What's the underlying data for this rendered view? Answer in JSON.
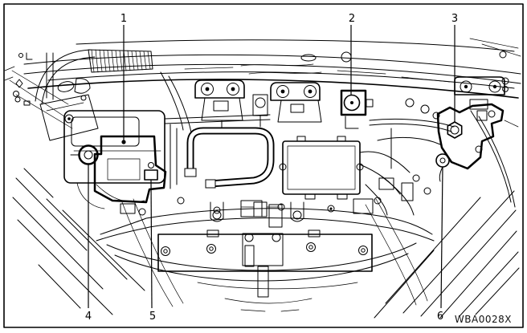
{
  "figure": {
    "code": "WBA0028X",
    "background_color": "#ffffff",
    "line_color": "#000000",
    "type_hint": "engine-compartment-component-location-diagram",
    "callouts": {
      "c1": {
        "label": "1"
      },
      "c2": {
        "label": "2"
      },
      "c3": {
        "label": "3"
      },
      "c4": {
        "label": "4"
      },
      "c5": {
        "label": "5"
      },
      "c6": {
        "label": "6"
      }
    }
  }
}
